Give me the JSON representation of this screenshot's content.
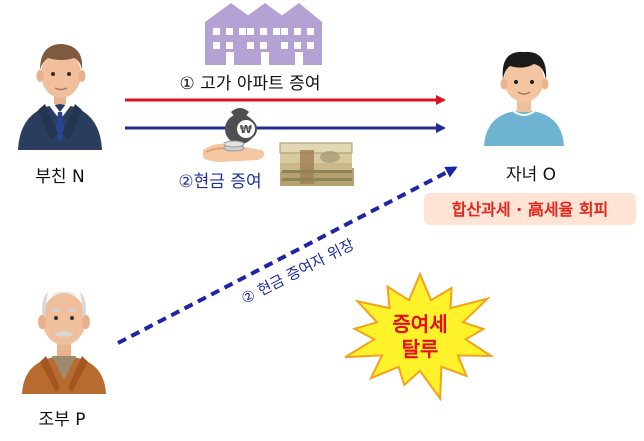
{
  "labels": {
    "father": "부친 N",
    "child": "자녀 O",
    "grandfather": "조부 P",
    "step1": "① 고가 아파트 증여",
    "step2": "②현금 증여",
    "step2_disguise": "② 현금 증여자 위장",
    "avoid_line1": "합산과세 · 高세율 회피",
    "omission_line1": "증여세",
    "omission_line2": "탈루",
    "coin_symbol": "₩"
  },
  "colors": {
    "arrow_red": "#d8121f",
    "arrow_navy": "#1e2e96",
    "dashed_navy": "#1f23a8",
    "step1_text": "#111111",
    "step2_text": "#1e2ea0",
    "avoid_bg": "#ffe4d6",
    "avoid_text": "#e3261c",
    "burst_fill": "#fff12a",
    "burst_stroke": "#f2a21b",
    "burst_text": "#e3101b",
    "house": "#b3a2d3"
  },
  "icons": [
    "apartment-icon",
    "money-bag-icon",
    "banknotes-icon",
    "father-avatar",
    "child-avatar",
    "grandfather-avatar",
    "starburst-icon"
  ]
}
